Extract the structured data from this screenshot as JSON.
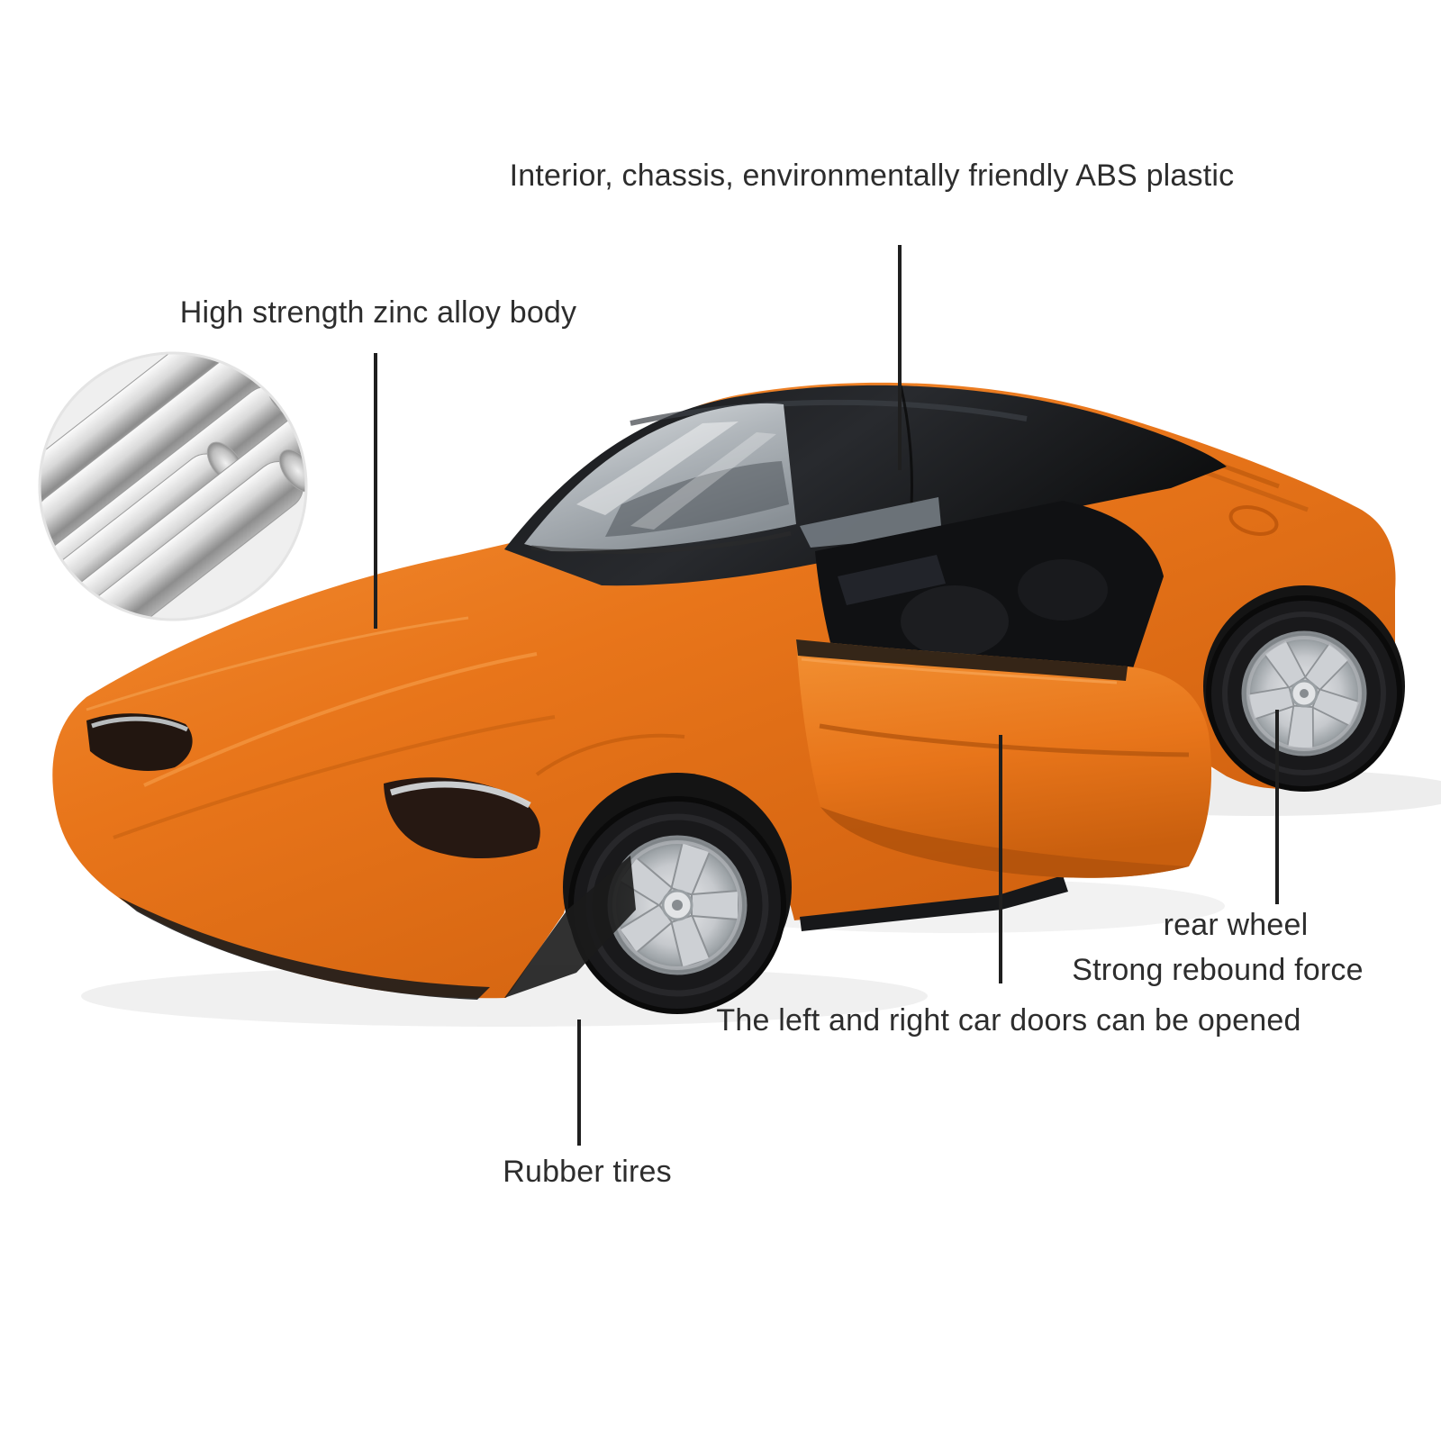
{
  "figure": {
    "background_color": "#ffffff",
    "text_color": "#2d2d2d",
    "callout_line_color": "#1f1f1f",
    "car_body_color": "#e8751a",
    "car_roof_color": "#1a1a1a",
    "wheel_rim_color": "#c6c9cd"
  },
  "annotations": {
    "abs_plastic": {
      "label": "Interior, chassis, environmentally friendly ABS plastic"
    },
    "zinc_alloy": {
      "label": "High strength zinc alloy body"
    },
    "rear_wheel": {
      "line1": "rear wheel",
      "line2": "Strong rebound force"
    },
    "doors": {
      "label": "The left and right car doors can be opened"
    },
    "tires": {
      "label": "Rubber tires"
    }
  },
  "inset": {
    "description": "zinc alloy metal rods"
  }
}
